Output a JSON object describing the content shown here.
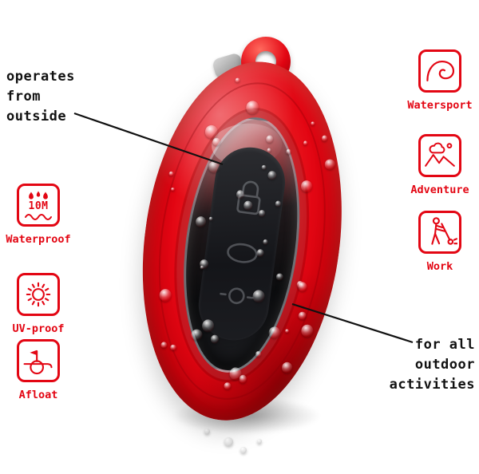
{
  "callouts": {
    "left": {
      "lines": [
        "operates",
        "from",
        "outside"
      ]
    },
    "right": {
      "lines": [
        "for all",
        "outdoor",
        "activities"
      ]
    }
  },
  "features": {
    "left": [
      {
        "icon": "waterproof-droplets-wave-icon",
        "value": "10M",
        "label": "Waterproof"
      },
      {
        "icon": "uv-sun-icon",
        "label": "UV-proof"
      },
      {
        "icon": "afloat-buoy-icon",
        "label": "Afloat"
      }
    ],
    "right": [
      {
        "icon": "wave-icon",
        "label": "Watersport"
      },
      {
        "icon": "landscape-icon",
        "label": "Adventure"
      },
      {
        "icon": "worker-icon",
        "label": "Work"
      }
    ]
  },
  "product": {
    "description": "red waterproof floating key case with transparent window, hanger ring and water droplets"
  },
  "colors": {
    "accent_red": "#e30613",
    "text_black": "#111111",
    "case_red": "#e30613",
    "window_dark": "#0c0d0f"
  }
}
